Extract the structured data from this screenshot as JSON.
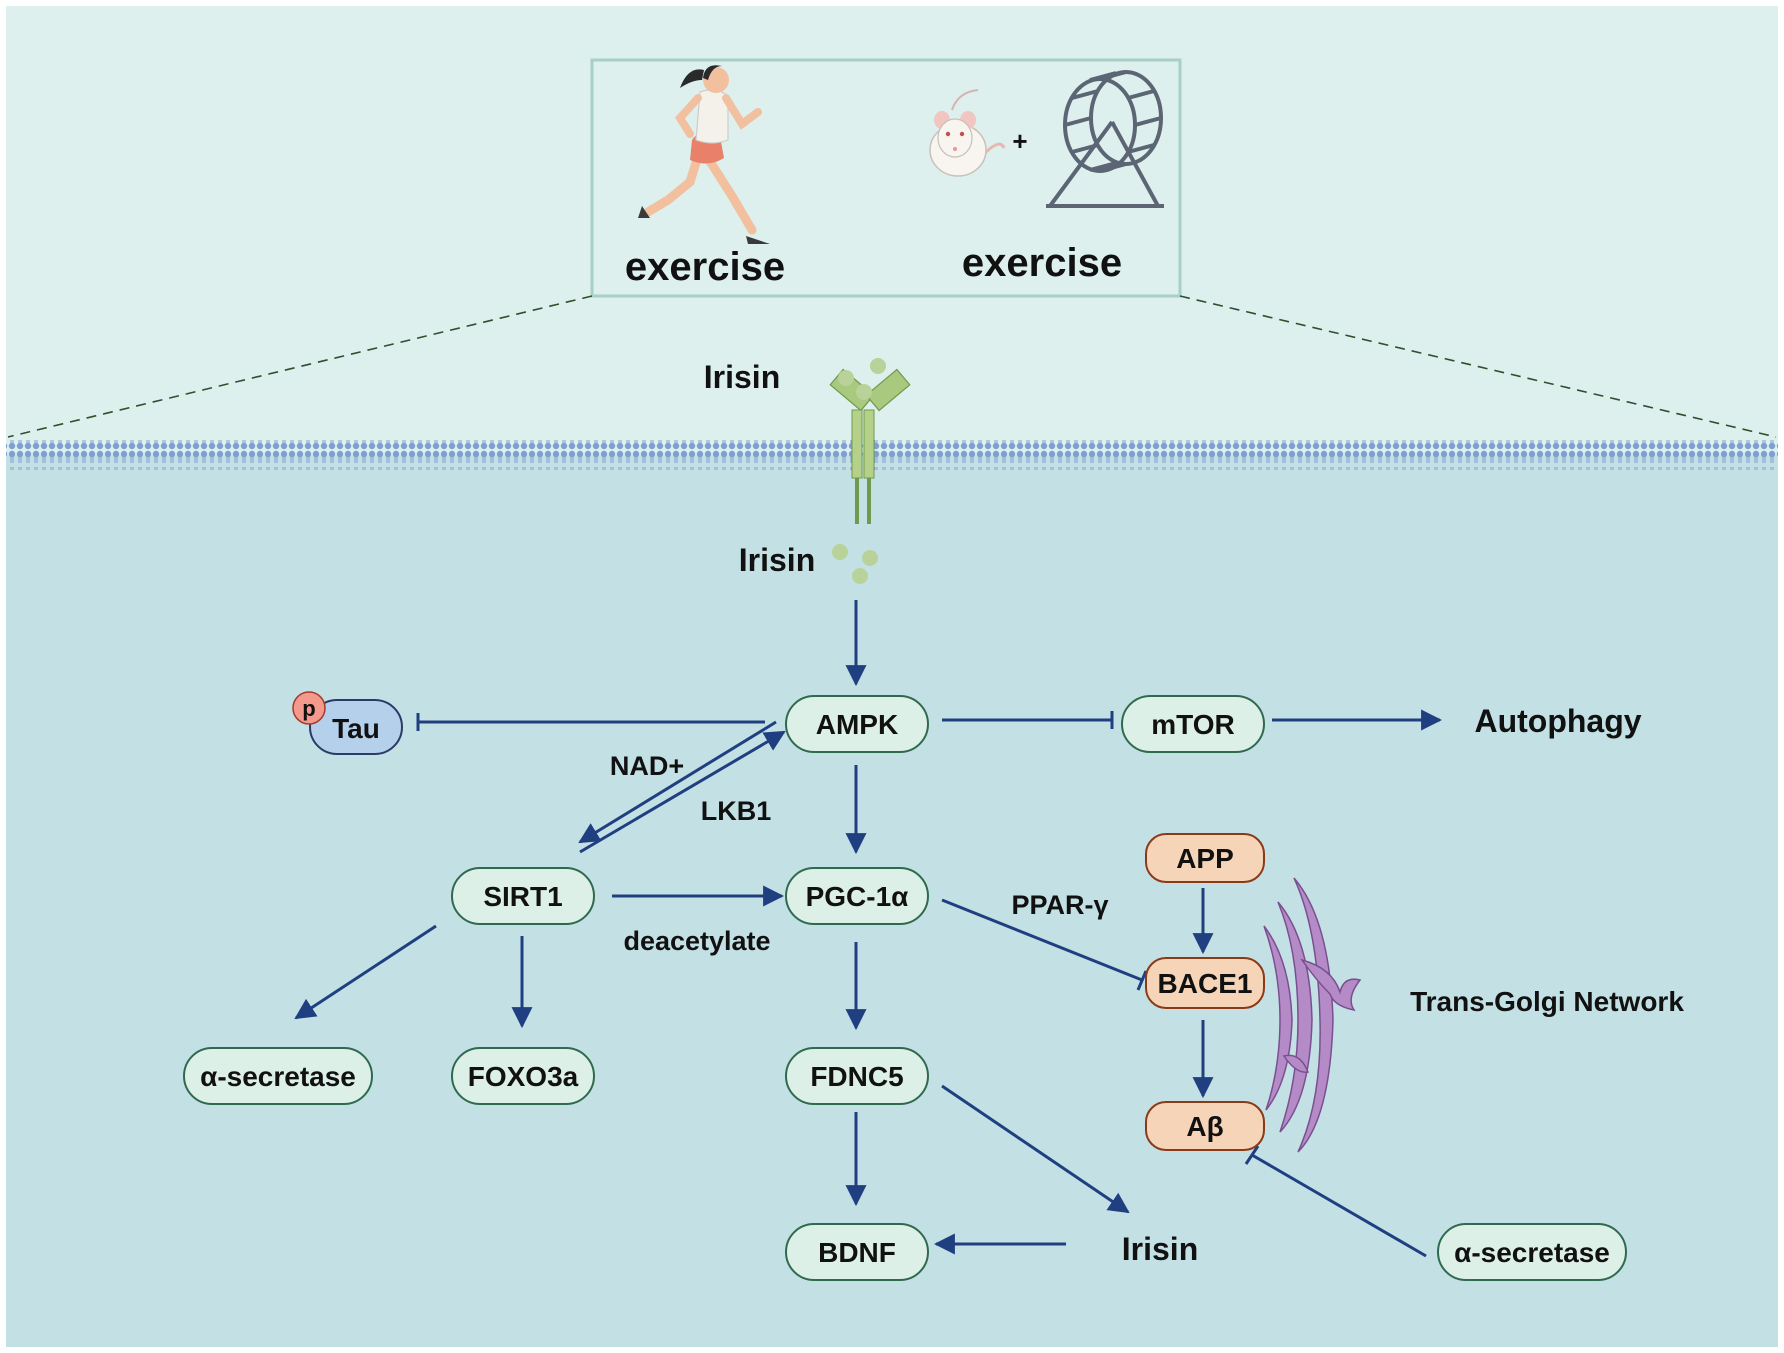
{
  "header": {
    "human_exercise_label": "exercise",
    "rodent_exercise_label": "exercise",
    "plus_sign": "+"
  },
  "membrane": {
    "irisin_outside_label": "Irisin",
    "irisin_inside_label": "Irisin"
  },
  "nodes": {
    "ampk": "AMPK",
    "mtor": "mTOR",
    "tau": "Tau",
    "tau_phospho": "p",
    "sirt1": "SIRT1",
    "pgc1a": "PGC-1α",
    "app": "APP",
    "bace1": "BACE1",
    "abeta": "Aβ",
    "alpha_secretase_left": "α-secretase",
    "foxo3a": "FOXO3a",
    "fdnc5": "FDNC5",
    "bdnf": "BDNF",
    "alpha_secretase_right": "α-secretase"
  },
  "labels": {
    "autophagy": "Autophagy",
    "nad": "NAD+",
    "lkb1": "LKB1",
    "deacetylate": "deacetylate",
    "ppar_gamma": "PPAR-γ",
    "trans_golgi": "Trans-Golgi Network",
    "irisin_bottom": "Irisin"
  },
  "colors": {
    "outer_bg": "#ddf0ee",
    "cell_bg": "#c3e0e4",
    "arrow": "#1f3f80",
    "node_fill": "#ddf0e8",
    "node_stroke": "#2f6a4e",
    "tau_fill": "#b5d0ea",
    "tau_stroke": "#2b3a66",
    "orange_fill": "#f6d4b8",
    "orange_stroke": "#8b3a18",
    "phospho_fill": "#f49a8c",
    "irisin_green": "#b9d29a",
    "receptor_green": "#a8c97e",
    "membrane_blue": "#7f9fd0",
    "golgi_purple": "#a77bbe"
  }
}
